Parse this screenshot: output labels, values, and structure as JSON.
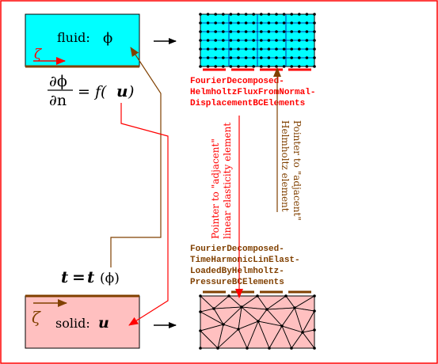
{
  "fluid_box": {
    "label": "fluid:",
    "symbol": "ϕ",
    "coord_symbol": "ζ",
    "fill": "#00ffff"
  },
  "solid_box": {
    "label": "solid:",
    "symbol": "u",
    "coord_symbol": "ζ",
    "fill": "#ffc0c0"
  },
  "flux_equation": {
    "numerator": "∂ϕ",
    "denominator": "∂n",
    "rhs_prefix": "= f(",
    "rhs_var": "u",
    "rhs_suffix": ")"
  },
  "traction_equation": {
    "lhs": "t",
    "equals": "=",
    "rhs": "t",
    "arg": "(ϕ)"
  },
  "helmholtz_bc_label": [
    "FourierDecomposed-",
    "HelmholtzFluxFromNormal-",
    "DisplacementBCElements"
  ],
  "elastic_bc_label": [
    "FourierDecomposed-",
    "TimeHarmonicLinElast-",
    "LoadedByHelmholtz-",
    "PressureBCElements"
  ],
  "pointer_to_elasticity": [
    "Pointer to \"adjacent\"",
    "linear elasticity element"
  ],
  "pointer_to_helmholtz": [
    "Pointer to \"adjacent\"",
    "Helmholtz element"
  ],
  "colors": {
    "red": "#ff0000",
    "brown": "#804000",
    "border": "#ff0000",
    "mesh_fluid": "#00ffff",
    "mesh_solid": "#ffc0c0"
  }
}
